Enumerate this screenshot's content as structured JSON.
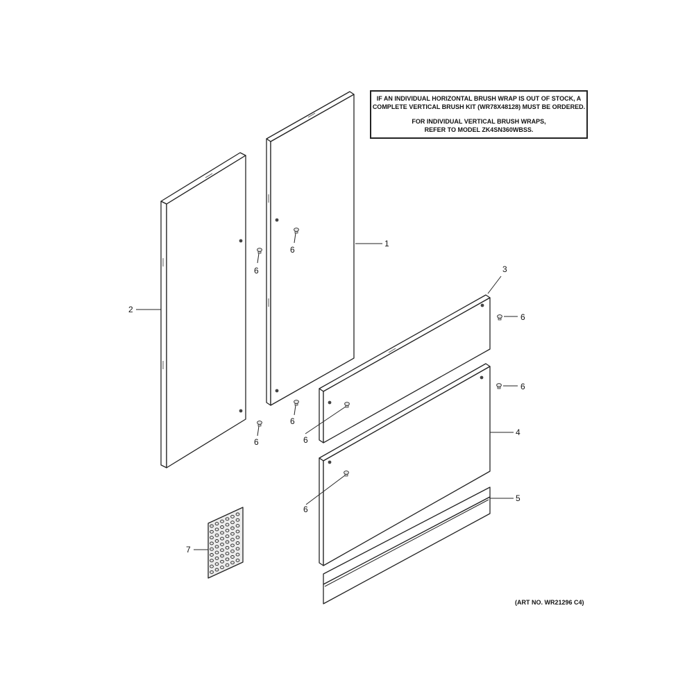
{
  "note": {
    "line1": "IF AN INDIVIDUAL HORIZONTAL BRUSH WRAP IS OUT OF STOCK, A",
    "line2": "COMPLETE VERTICAL BRUSH KIT (WR78X48128) MUST BE ORDERED.",
    "line3": "FOR INDIVIDUAL VERTICAL BRUSH WRAPS,",
    "line4": "REFER TO MODEL ZK4SN360WBSS."
  },
  "art_number": "(ART NO. WR21296 C4)",
  "callouts": {
    "part_1": "1",
    "part_2": "2",
    "part_3": "3",
    "part_4": "4",
    "part_5": "5",
    "part_6": "6",
    "part_7": "7"
  }
}
